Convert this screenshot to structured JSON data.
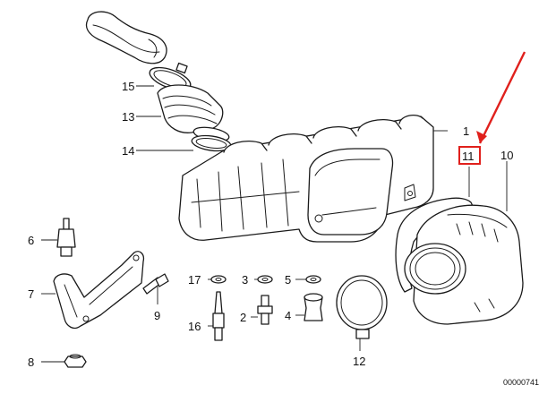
{
  "diagram": {
    "callouts": [
      {
        "id": "label-15",
        "text": "15"
      },
      {
        "id": "label-13",
        "text": "13"
      },
      {
        "id": "label-14",
        "text": "14"
      },
      {
        "id": "label-1",
        "text": "1"
      },
      {
        "id": "label-11",
        "text": "11"
      },
      {
        "id": "label-10",
        "text": "10"
      },
      {
        "id": "label-6",
        "text": "6"
      },
      {
        "id": "label-7",
        "text": "7"
      },
      {
        "id": "label-8",
        "text": "8"
      },
      {
        "id": "label-9",
        "text": "9"
      },
      {
        "id": "label-17",
        "text": "17"
      },
      {
        "id": "label-16",
        "text": "16"
      },
      {
        "id": "label-3",
        "text": "3"
      },
      {
        "id": "label-2",
        "text": "2"
      },
      {
        "id": "label-5",
        "text": "5"
      },
      {
        "id": "label-4",
        "text": "4"
      },
      {
        "id": "label-12",
        "text": "12"
      }
    ],
    "highlight": {
      "box_color": "#e0201c",
      "arrow_color": "#e0201c"
    },
    "footer_code": "00000741"
  }
}
